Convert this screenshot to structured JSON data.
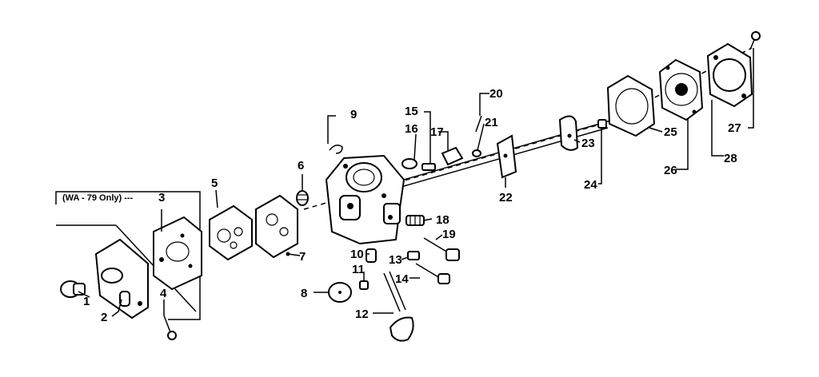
{
  "diagram": {
    "note": "(WA - 79 Only) ---",
    "part_numbers": [
      "1",
      "2",
      "3",
      "4",
      "5",
      "6",
      "7",
      "8",
      "9",
      "10",
      "11",
      "12",
      "13",
      "14",
      "15",
      "16",
      "17",
      "18",
      "19",
      "20",
      "21",
      "22",
      "23",
      "24",
      "25",
      "26",
      "27",
      "28"
    ]
  }
}
